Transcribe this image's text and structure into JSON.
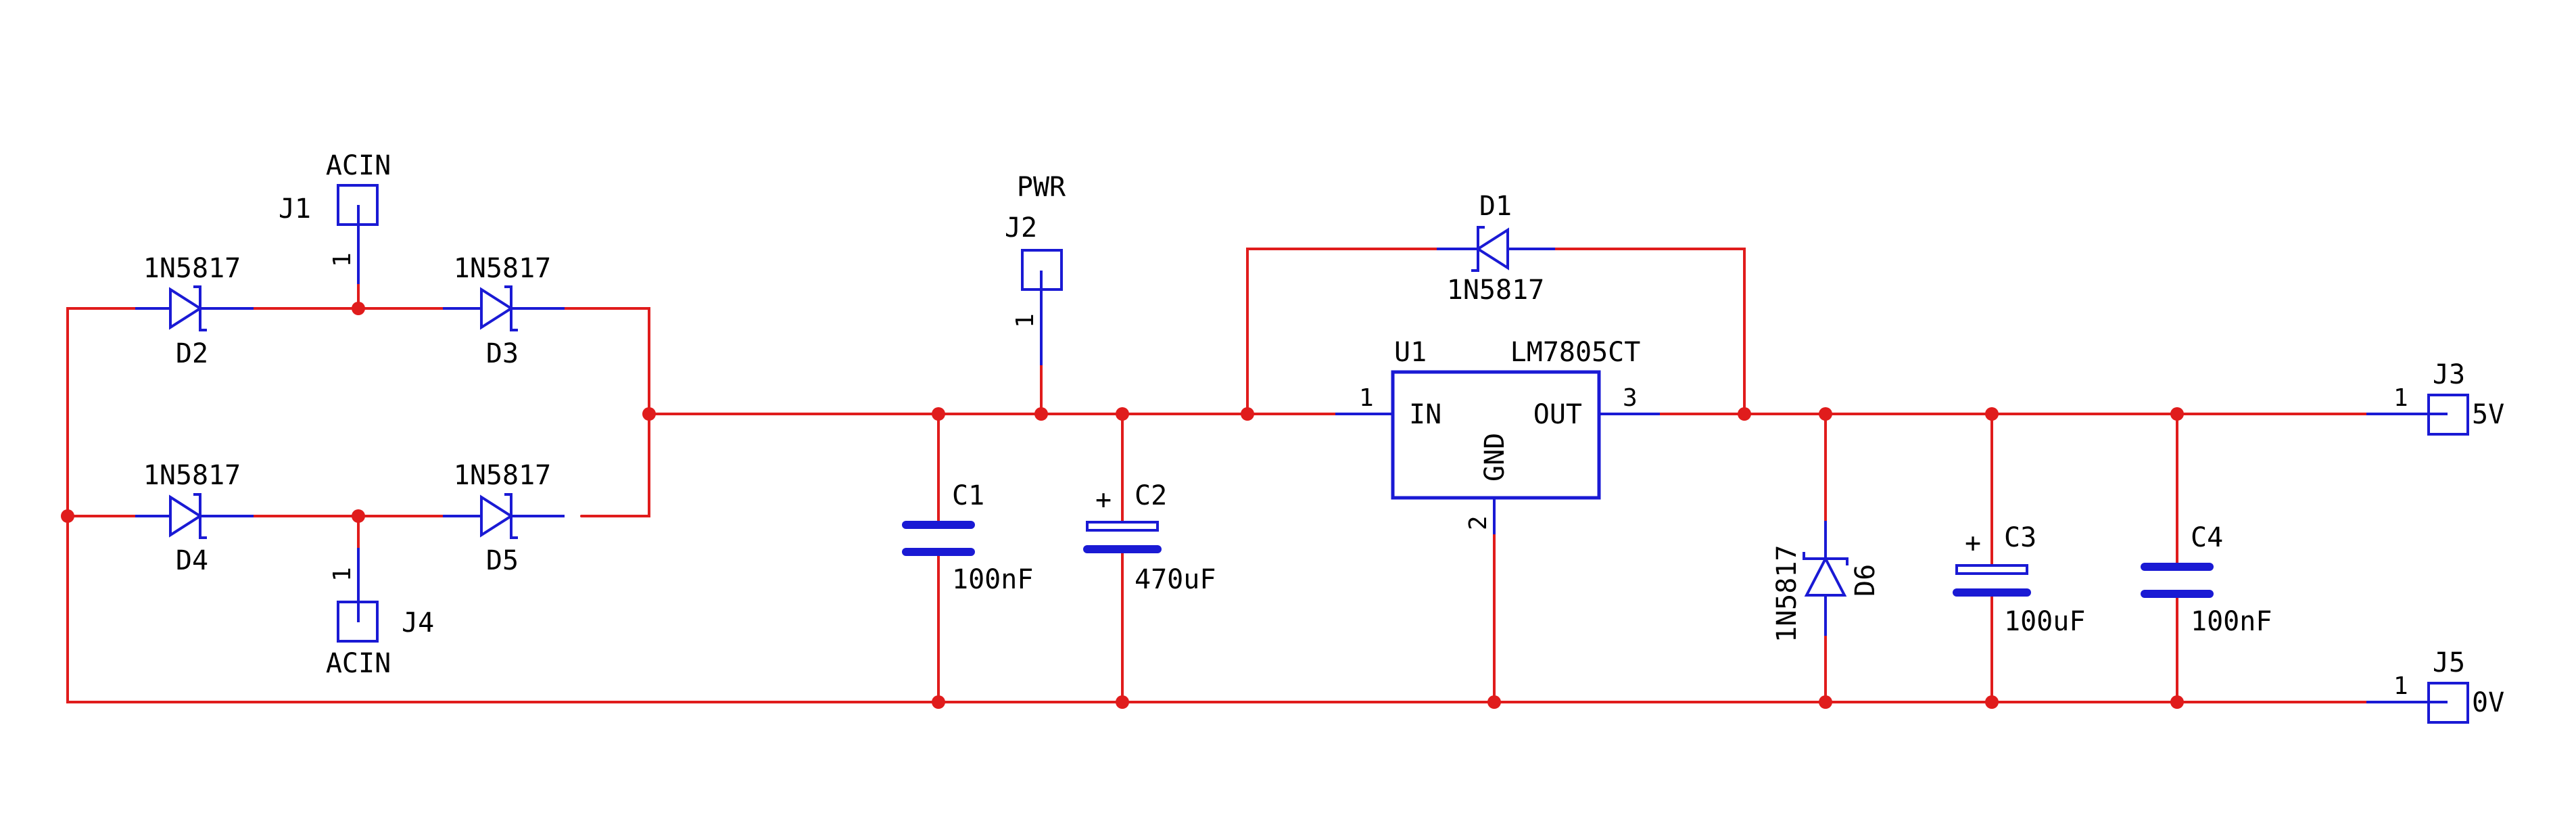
{
  "colors": {
    "wire": "#e01c1c",
    "symbol": "#1a1ad4",
    "text": "#000000"
  },
  "connectors": {
    "j1": {
      "ref": "J1",
      "value": "ACIN",
      "pin": "1"
    },
    "j2": {
      "ref": "J2",
      "value": "PWR",
      "pin": "1"
    },
    "j3": {
      "ref": "J3",
      "value": "5V",
      "pin": "1"
    },
    "j4": {
      "ref": "J4",
      "value": "ACIN",
      "pin": "1"
    },
    "j5": {
      "ref": "J5",
      "value": "0V",
      "pin": "1"
    }
  },
  "diodes": {
    "d1": {
      "ref": "D1",
      "value": "1N5817"
    },
    "d2": {
      "ref": "D2",
      "value": "1N5817"
    },
    "d3": {
      "ref": "D3",
      "value": "1N5817"
    },
    "d4": {
      "ref": "D4",
      "value": "1N5817"
    },
    "d5": {
      "ref": "D5",
      "value": "1N5817"
    },
    "d6": {
      "ref": "D6",
      "value": "1N5817"
    }
  },
  "capacitors": {
    "c1": {
      "ref": "C1",
      "value": "100nF"
    },
    "c2": {
      "ref": "C2",
      "value": "470uF",
      "polarity": "+"
    },
    "c3": {
      "ref": "C3",
      "value": "100uF",
      "polarity": "+"
    },
    "c4": {
      "ref": "C4",
      "value": "100nF"
    }
  },
  "regulator": {
    "ref": "U1",
    "value": "LM7805CT",
    "in_label": "IN",
    "out_label": "OUT",
    "gnd_label": "GND",
    "pin_in": "1",
    "pin_gnd": "2",
    "pin_out": "3"
  }
}
